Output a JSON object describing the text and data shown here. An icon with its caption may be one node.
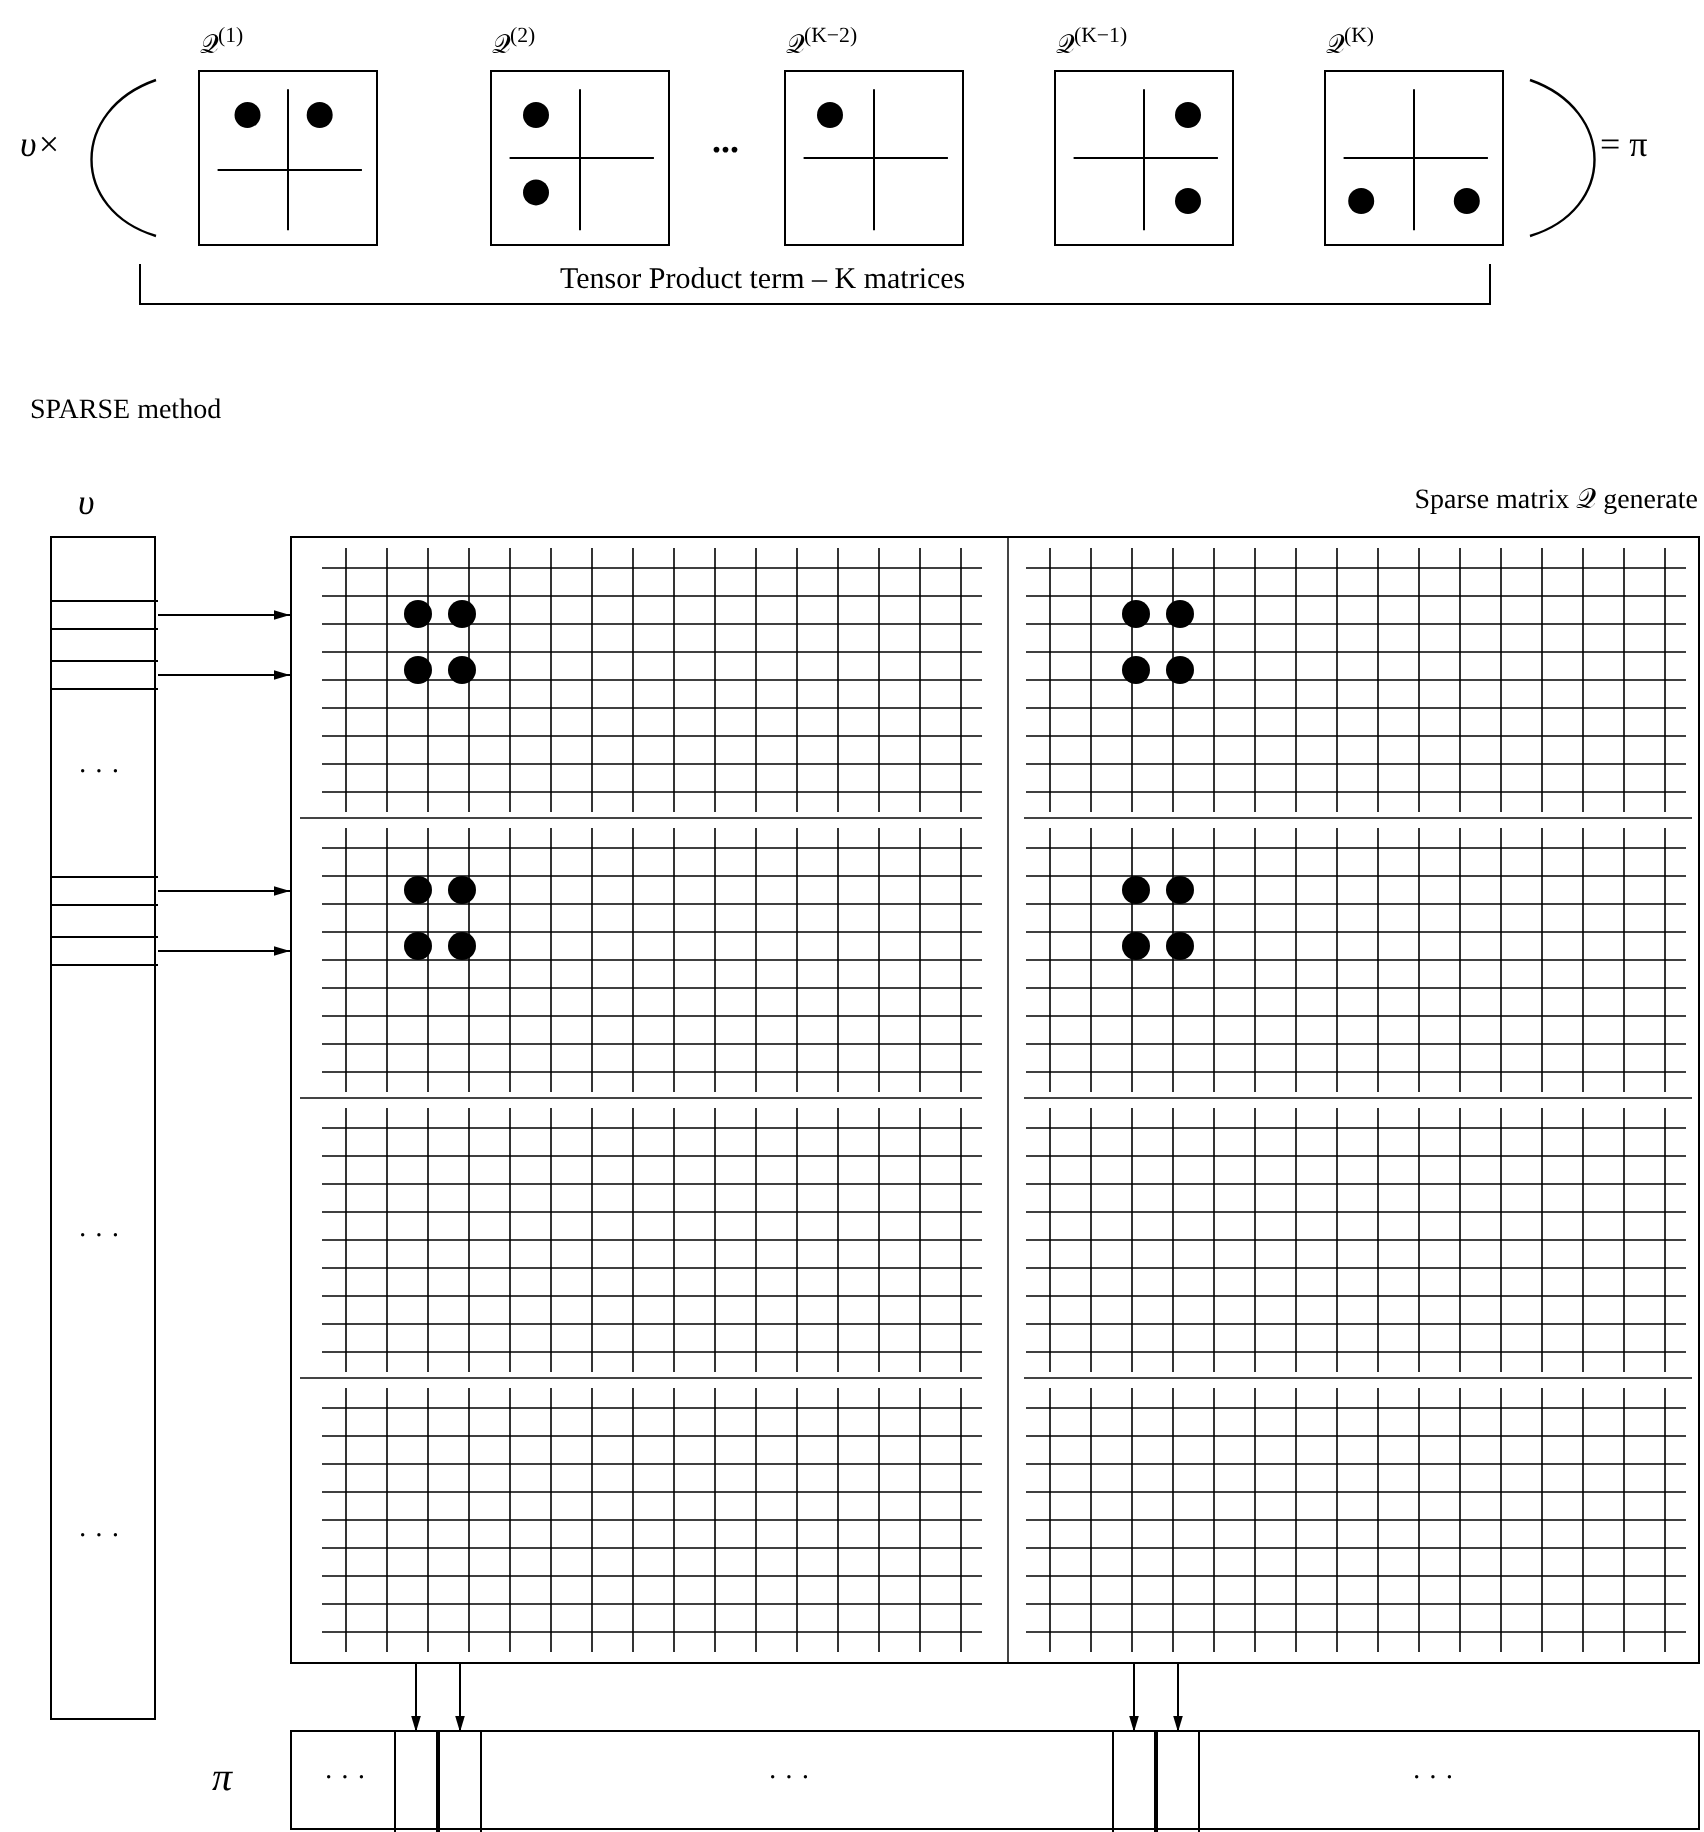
{
  "diagram": {
    "nodes": [
      {
        "text": [
          "𝒬$^{(1)}$"
        ]
      },
      {
        "text": [
          "𝒬$^{(2)}$"
        ]
      },
      {
        "text": [
          "𝒬$^{(K−2)}$"
        ]
      },
      {
        "text": [
          "𝒬$^{(K−1)}$"
        ]
      },
      {
        "text": [
          "𝒬$^{(K)}$"
        ]
      },
      {
        "text": [
          "υ",
          "· · ·",
          "· · ·",
          "· · ·"
        ]
      },
      {
        "text": [],
        "shape": "box",
        "in": 5
      },
      {
        "text": [],
        "shape": "box",
        "in": 5
      },
      {
        "text": [],
        "shape": "box",
        "in": 5
      },
      {
        "text": [],
        "shape": "box",
        "in": 5
      },
      {
        "text": [
          "Sparse matrix 𝒬 generate"
        ]
      },
      {
        "text": [
          "π",
          "· · ·",
          "· · ·",
          "· · ·"
        ]
      },
      {
        "text": [],
        "shape": "box",
        "in": 11
      },
      {
        "text": [],
        "shape": "box",
        "in": 11
      },
      {
        "text": [],
        "shape": "box",
        "in": 11
      },
      {
        "text": [],
        "shape": "box",
        "in": 11
      }
    ],
    "edges": [
      {
        "from": 6,
        "to": 10,
        "arrow": "to"
      },
      {
        "from": 7,
        "to": 10,
        "arrow": "to"
      },
      {
        "from": 8,
        "to": 10,
        "arrow": "to"
      },
      {
        "from": 9,
        "to": 10,
        "arrow": "to"
      },
      {
        "from": 10,
        "to": 12,
        "arrow": "to"
      },
      {
        "from": 10,
        "to": 13,
        "arrow": "to"
      },
      {
        "from": 10,
        "to": 14,
        "arrow": "to"
      },
      {
        "from": 10,
        "to": 15,
        "arrow": "to"
      }
    ],
    "labels": [
      "υ×",
      "...",
      "= π",
      "Tensor Product term – K matrices",
      "SPARSE method"
    ]
  }
}
